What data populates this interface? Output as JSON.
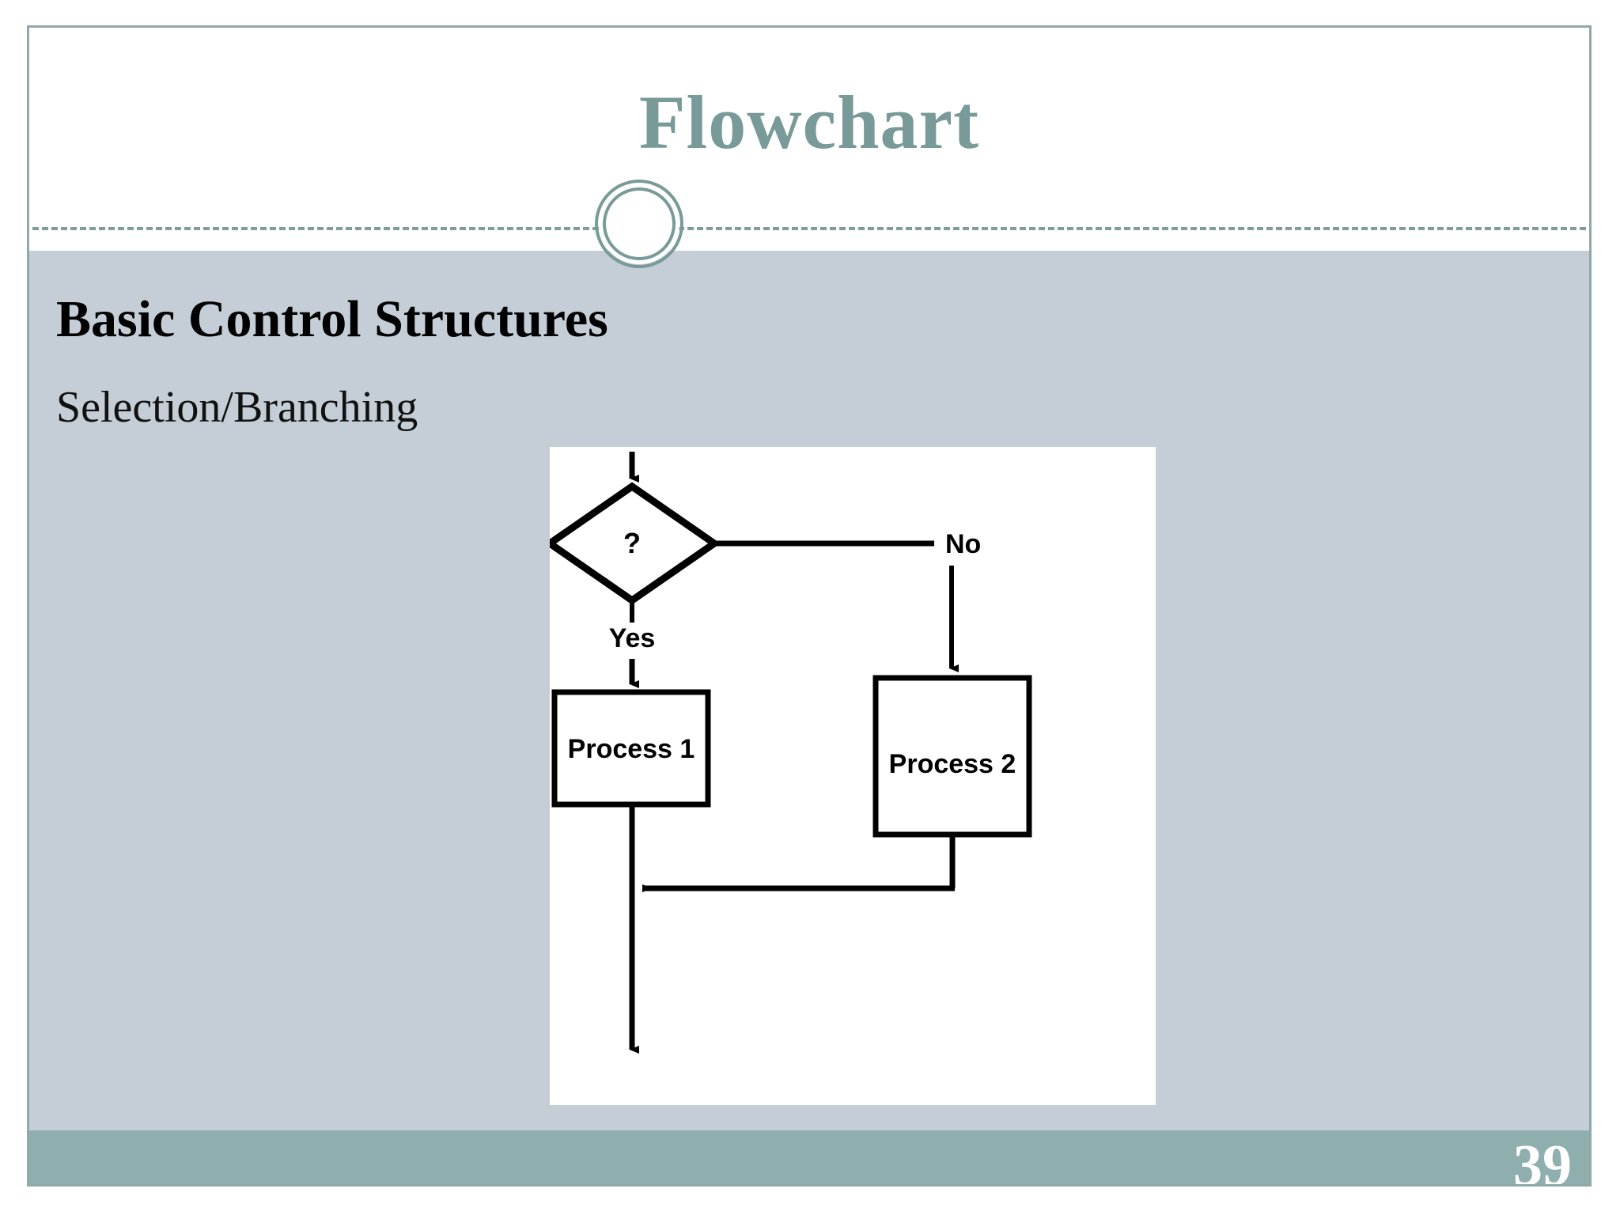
{
  "slide": {
    "title": "Flowchart",
    "heading": "Basic Control Structures",
    "subheading": "Selection/Branching",
    "page_number": "39"
  },
  "theme": {
    "title_color": "#789a98",
    "body_bg": "#c5ced6",
    "footer_bg": "#8fafae",
    "border_color": "#8fa9a6",
    "panel_bg": "#ffffff",
    "text_color": "#000000"
  },
  "chart_data": {
    "type": "diagram",
    "title": "Selection/Branching",
    "diagram_kind": "flowchart",
    "nodes": [
      {
        "id": "entry",
        "shape": "arrow-in",
        "label": ""
      },
      {
        "id": "decision",
        "shape": "diamond",
        "label": "?"
      },
      {
        "id": "process1",
        "shape": "rectangle",
        "label": "Process 1"
      },
      {
        "id": "process2",
        "shape": "rectangle",
        "label": "Process 2"
      },
      {
        "id": "exit",
        "shape": "arrow-out",
        "label": ""
      }
    ],
    "edges": [
      {
        "from": "entry",
        "to": "decision",
        "label": ""
      },
      {
        "from": "decision",
        "to": "process1",
        "label": "Yes"
      },
      {
        "from": "decision",
        "to": "process2",
        "label": "No"
      },
      {
        "from": "process1",
        "to": "exit",
        "label": ""
      },
      {
        "from": "process2",
        "to": "exit",
        "label": ""
      }
    ],
    "edge_labels": [
      "Yes",
      "No"
    ],
    "node_labels": [
      "?",
      "Process 1",
      "Process 2"
    ]
  },
  "flowchart": {
    "decision_label": "?",
    "yes_label": "Yes",
    "no_label": "No",
    "process1_label": "Process 1",
    "process2_label": "Process 2"
  }
}
